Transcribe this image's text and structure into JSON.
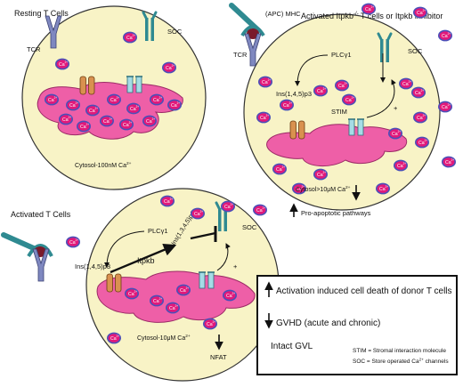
{
  "panels": {
    "resting": {
      "title": "Resting T Cells",
      "tcr": "TCR",
      "soc": "SOC",
      "cytosol": "Cytosol-100nM Ca",
      "cytosol_sup": "2+"
    },
    "itpkb_ko": {
      "title": "Activated Itpkb",
      "title_sup": "-/-",
      "title_rest": " T cells or Itpkb inhibitor",
      "apc": "(APC) MHC",
      "tcr": "TCR",
      "soc": "SOC",
      "plc": "PLCγ1",
      "ip3": "Ins(1,4,5)p3",
      "stim": "STIM",
      "plus": "+",
      "cytosol": "Cytosol>10μM Ca",
      "cytosol_sup": "2+",
      "apoptotic": "Pro-apoptotic pathways"
    },
    "activated": {
      "title": "Activated T Cells",
      "plc": "PLCγ1",
      "soc": "SOC",
      "itpkb": "Itpkb",
      "ip4": "Ins(1,3,4,5)p4",
      "ip3": "Ins(1,4,5)p3",
      "plus": "+",
      "cytosol": "Cytosol-10μM Ca",
      "cytosol_sup": "2+",
      "nfat": "NFAT"
    }
  },
  "ca_label": "Ca",
  "ca_sup": "2+",
  "legend": {
    "line1": "Activation induced cell death of donor T cells",
    "line2": "GVHD (acute and chronic)",
    "line3": "Intact GVL",
    "stim_def": "STIM = Stromal interaction molecule",
    "soc_def": "SOC = Store operated Ca",
    "soc_def_sup": "2+",
    "soc_def_end": " channels"
  },
  "colors": {
    "cell_fill": "#f8f3c6",
    "cell_stroke": "#333333",
    "er_fill": "#ee5fa7",
    "ca_fill": "#e2197a",
    "ca_ring": "#4b4fb8",
    "tcr": "#7f88c0",
    "soc": "#2f8a91",
    "ip3r": "#d9914f",
    "stim": "#a6dce6",
    "mhc": "#7a1a2a",
    "apc_arm": "#2f8a91"
  }
}
